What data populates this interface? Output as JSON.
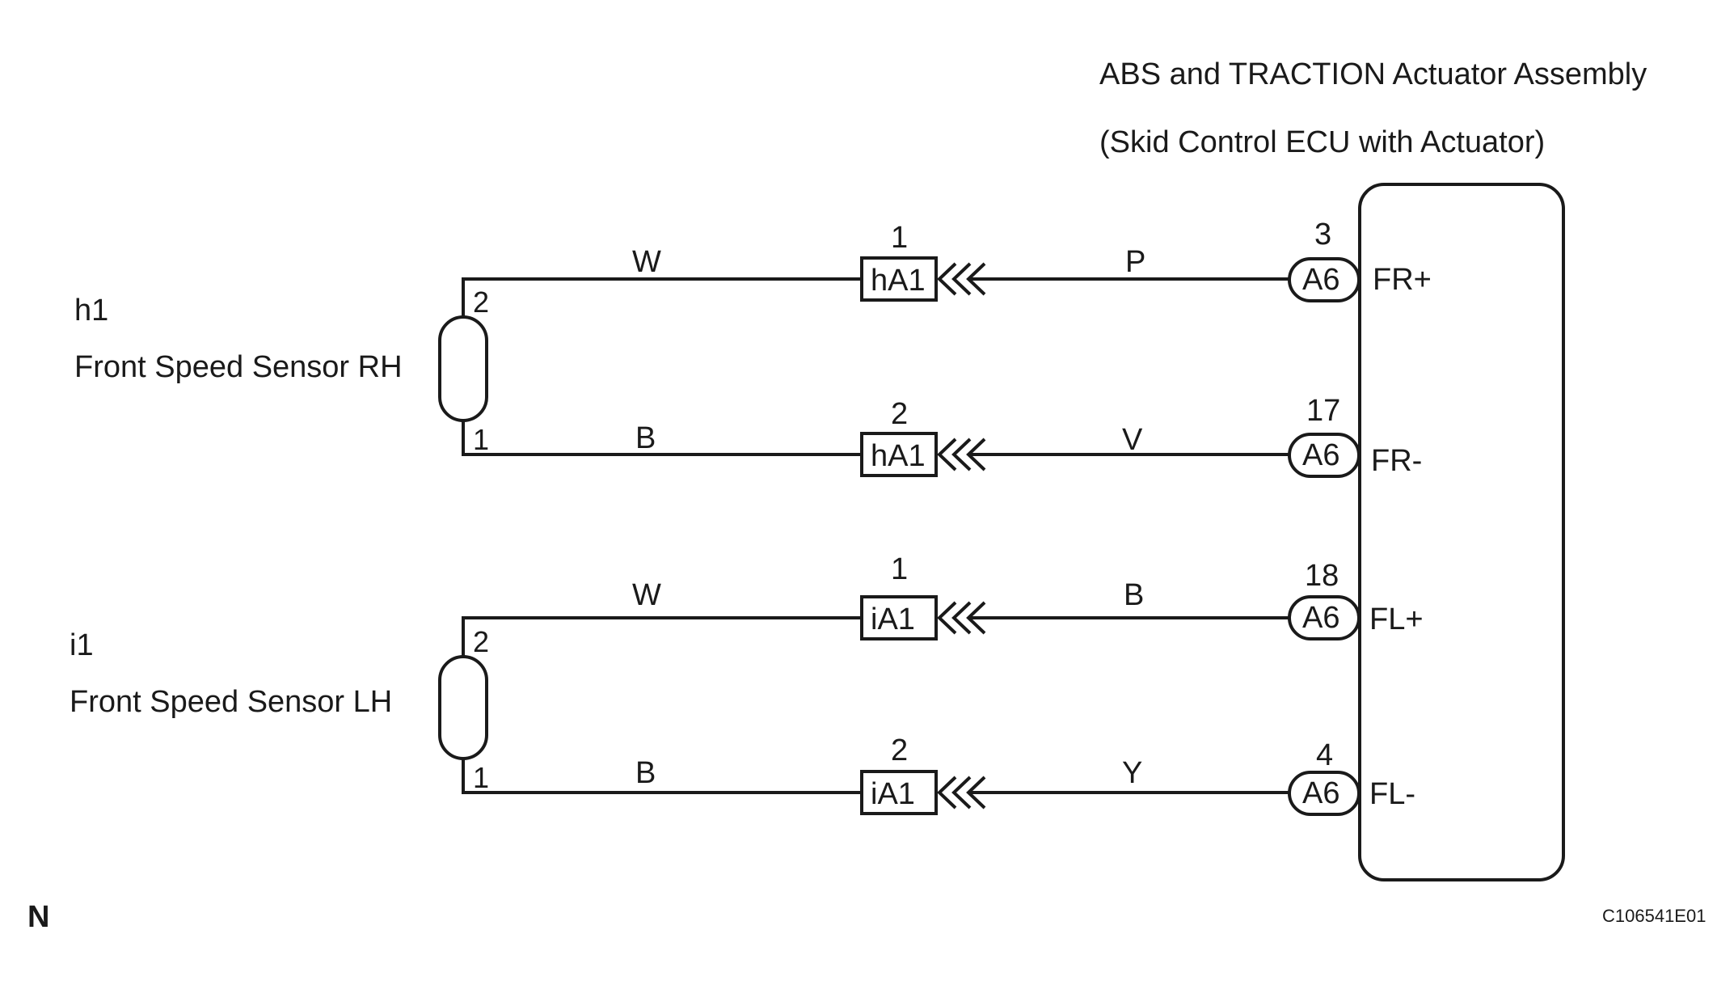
{
  "ecu": {
    "title_line1": "ABS and TRACTION Actuator Assembly",
    "title_line2": "(Skid Control ECU with Actuator)"
  },
  "sensors": [
    {
      "code": "h1",
      "name": "Front Speed Sensor RH",
      "pins": [
        {
          "pin": "2",
          "wire_color": "W",
          "junction": "hA1",
          "junction_pin": "1",
          "ecu_wire_color": "P",
          "ecu_connector": "A6",
          "ecu_pin": "3",
          "terminal": "FR+"
        },
        {
          "pin": "1",
          "wire_color": "B",
          "junction": "hA1",
          "junction_pin": "2",
          "ecu_wire_color": "V",
          "ecu_connector": "A6",
          "ecu_pin": "17",
          "terminal": "FR-"
        }
      ]
    },
    {
      "code": "i1",
      "name": "Front Speed Sensor LH",
      "pins": [
        {
          "pin": "2",
          "wire_color": "W",
          "junction": "iA1",
          "junction_pin": "1",
          "ecu_wire_color": "B",
          "ecu_connector": "A6",
          "ecu_pin": "18",
          "terminal": "FL+"
        },
        {
          "pin": "1",
          "wire_color": "B",
          "junction": "iA1",
          "junction_pin": "2",
          "ecu_wire_color": "Y",
          "ecu_connector": "A6",
          "ecu_pin": "4",
          "terminal": "FL-"
        }
      ]
    }
  ],
  "footer": {
    "corner_mark": "N",
    "figure_id": "C106541E01"
  },
  "colors": {
    "line": "#1a1a1a",
    "background": "#ffffff"
  }
}
